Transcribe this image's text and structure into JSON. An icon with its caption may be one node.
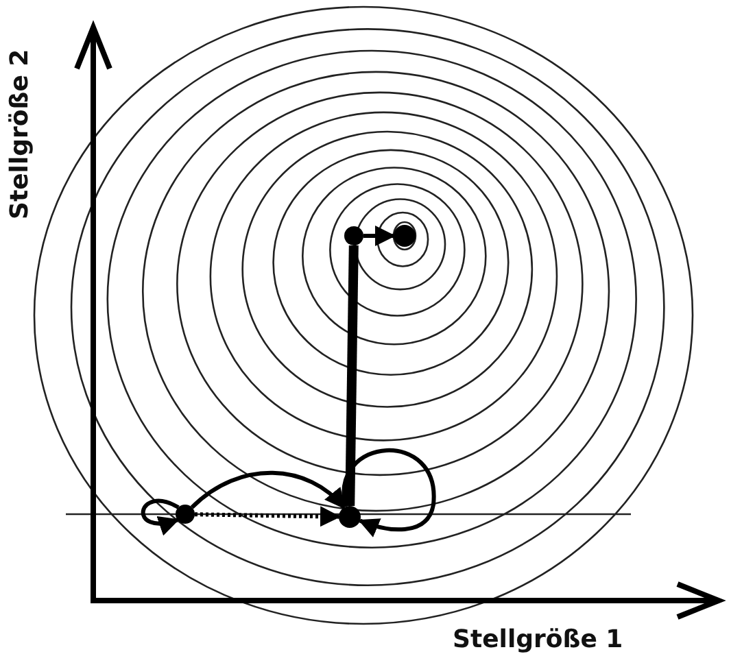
{
  "diagram": {
    "nodes": [
      {
        "text": [],
        "shape": "circle"
      },
      {
        "text": [],
        "shape": "circle"
      },
      {
        "text": [],
        "shape": "circle"
      },
      {
        "text": [],
        "shape": "circle"
      }
    ],
    "edges": [
      {
        "from": 0,
        "to": 1,
        "arrow": "to",
        "style": "dashed"
      },
      {
        "from": 0,
        "to": 1,
        "arrow": "to"
      },
      {
        "from": 0,
        "to": 0,
        "arrow": "to"
      },
      {
        "from": 1,
        "to": 2,
        "arrow": "none",
        "style": "thick"
      },
      {
        "from": 2,
        "to": 3,
        "arrow": "to"
      },
      {
        "from": 1,
        "to": 1,
        "arrow": "to"
      }
    ],
    "labels": [
      "Stellgröße 2",
      "Stellgröße 1"
    ]
  }
}
